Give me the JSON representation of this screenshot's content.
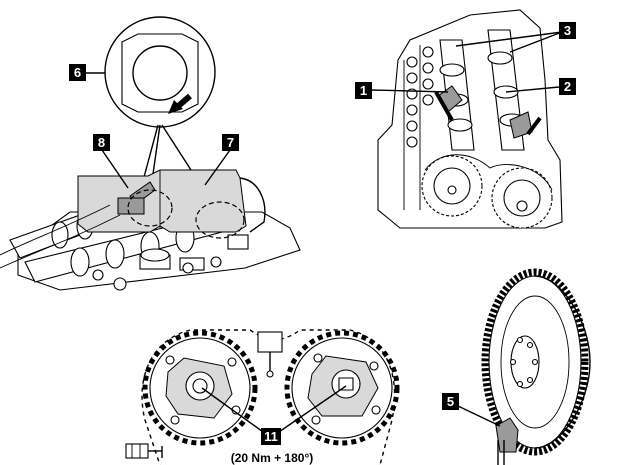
{
  "callouts": {
    "c1": "1",
    "c2": "2",
    "c3": "3",
    "c5": "5",
    "c6": "6",
    "c7": "7",
    "c8": "8",
    "c11": "11"
  },
  "torque_spec": "(20 Nm + 180°)",
  "colors": {
    "callout_bg": "#000000",
    "callout_text": "#ffffff",
    "line": "#000000",
    "cover_gray": "#bdbdbd"
  }
}
